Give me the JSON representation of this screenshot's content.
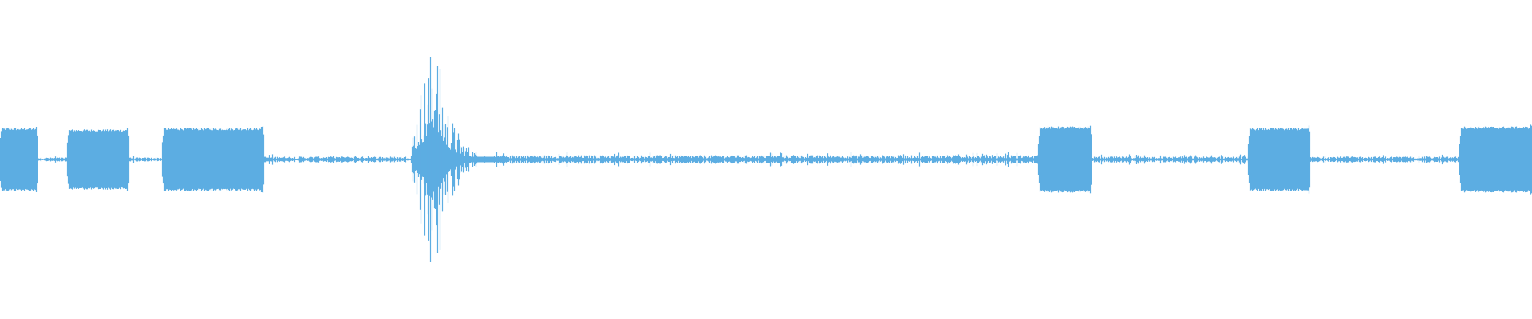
{
  "waveform": {
    "color": "#5dade2",
    "baseline_amplitude": 0.015,
    "segments": [
      {
        "type": "tone",
        "start": 0.0,
        "end": 0.024,
        "amplitude": 0.22
      },
      {
        "type": "noise",
        "start": 0.024,
        "end": 0.044,
        "amplitude": 0.012
      },
      {
        "type": "tone",
        "start": 0.044,
        "end": 0.084,
        "amplitude": 0.21
      },
      {
        "type": "noise",
        "start": 0.084,
        "end": 0.106,
        "amplitude": 0.012
      },
      {
        "type": "tone",
        "start": 0.106,
        "end": 0.172,
        "amplitude": 0.22
      },
      {
        "type": "noise",
        "start": 0.172,
        "end": 0.268,
        "amplitude": 0.018
      },
      {
        "type": "burst",
        "start": 0.268,
        "end": 0.322,
        "amplitude": 0.98
      },
      {
        "type": "noise",
        "start": 0.322,
        "end": 0.678,
        "amplitude": 0.026
      },
      {
        "type": "tone",
        "start": 0.678,
        "end": 0.712,
        "amplitude": 0.23
      },
      {
        "type": "noise",
        "start": 0.712,
        "end": 0.815,
        "amplitude": 0.018
      },
      {
        "type": "tone",
        "start": 0.815,
        "end": 0.855,
        "amplitude": 0.22
      },
      {
        "type": "noise",
        "start": 0.855,
        "end": 0.953,
        "amplitude": 0.018
      },
      {
        "type": "tone",
        "start": 0.953,
        "end": 1.0,
        "amplitude": 0.23
      }
    ]
  }
}
